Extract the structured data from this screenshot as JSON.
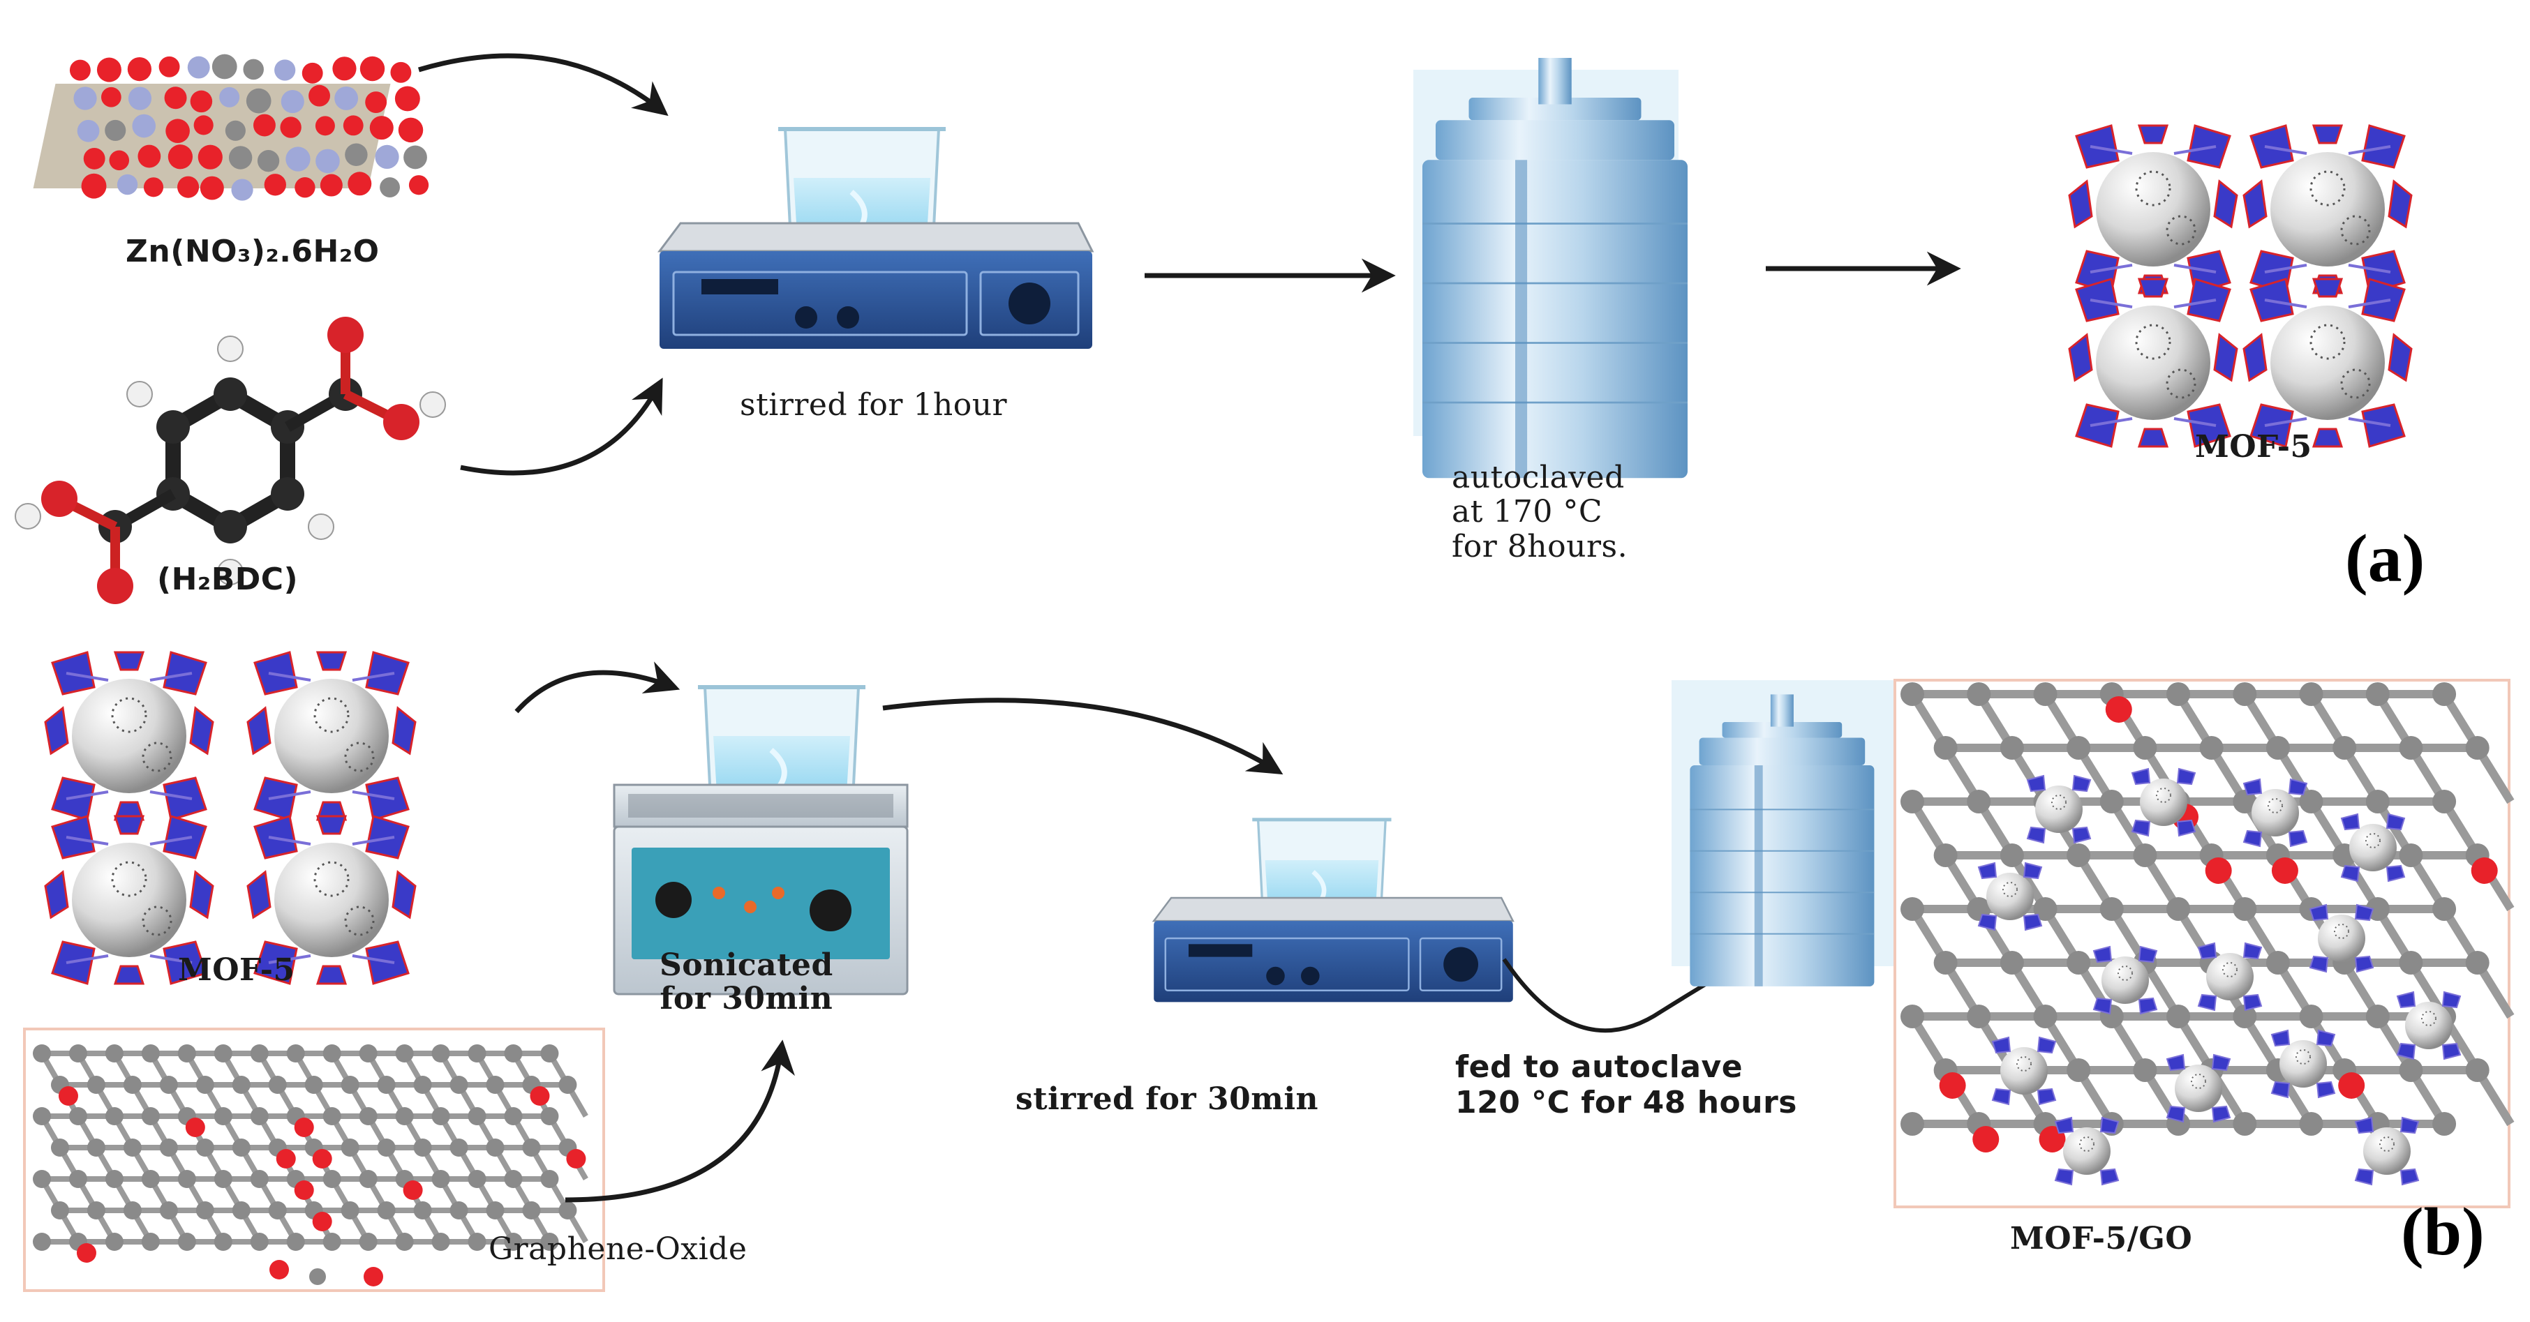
{
  "panel_a": {
    "label": "(a)",
    "zn_salt": "Zn(NO₃)₂.6H₂O",
    "linker": "(H₂BDC)",
    "stir_step": "stirred for 1hour",
    "autoclave_line1": "autoclaved",
    "autoclave_line2": "at 170 °C",
    "autoclave_line3": "for 8hours.",
    "product": "MOF-5"
  },
  "panel_b": {
    "label": "(b)",
    "mof_input": "MOF-5",
    "graphene_oxide": "Graphene-Oxide",
    "sonicate_line1": "Sonicated",
    "sonicate_line2": "for 30min",
    "stir_step": "stirred for 30min",
    "autoclave_line1": "fed to autoclave",
    "autoclave_line2": "120 °C for 48 hours",
    "product": "MOF-5/GO"
  },
  "colors": {
    "oxygen": "#e8222a",
    "carbon": "#8a8a8a",
    "nitrogen": "#9fa8d8",
    "zn_cluster": "#3a3ac8",
    "stirrer_body": "#2f5aa0",
    "autoclave": "#a8cce8",
    "sonicator": "#3aa0b8",
    "arrow": "#1a1a1a"
  },
  "icons": [
    "crystal-structure-icon",
    "terephthalic-acid-molecule-icon",
    "magnetic-stirrer-icon",
    "autoclave-icon",
    "mof-5-framework-icon",
    "ultrasonic-bath-icon",
    "graphene-oxide-sheet-icon",
    "mof-go-composite-icon"
  ]
}
